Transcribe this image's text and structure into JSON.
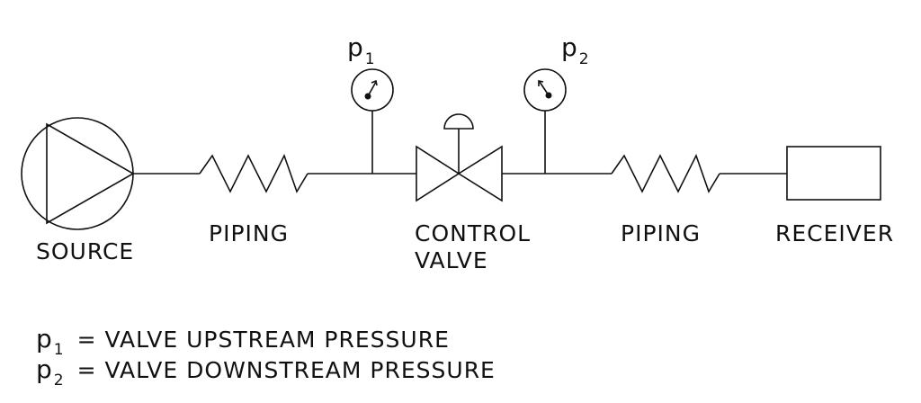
{
  "labels": {
    "source": "SOURCE",
    "piping_upstream": "PIPING",
    "control_valve_line1": "CONTROL",
    "control_valve_line2": "VALVE",
    "piping_downstream": "PIPING",
    "receiver": "RECEIVER"
  },
  "gauges": {
    "p1": {
      "symbol": "p",
      "subscript": "1"
    },
    "p2": {
      "symbol": "p",
      "subscript": "2"
    }
  },
  "legend": [
    {
      "symbol": "p",
      "subscript": "1",
      "text": "= VALVE UPSTREAM PRESSURE"
    },
    {
      "symbol": "p",
      "subscript": "2",
      "text": "= VALVE DOWNSTREAM PRESSURE"
    }
  ]
}
